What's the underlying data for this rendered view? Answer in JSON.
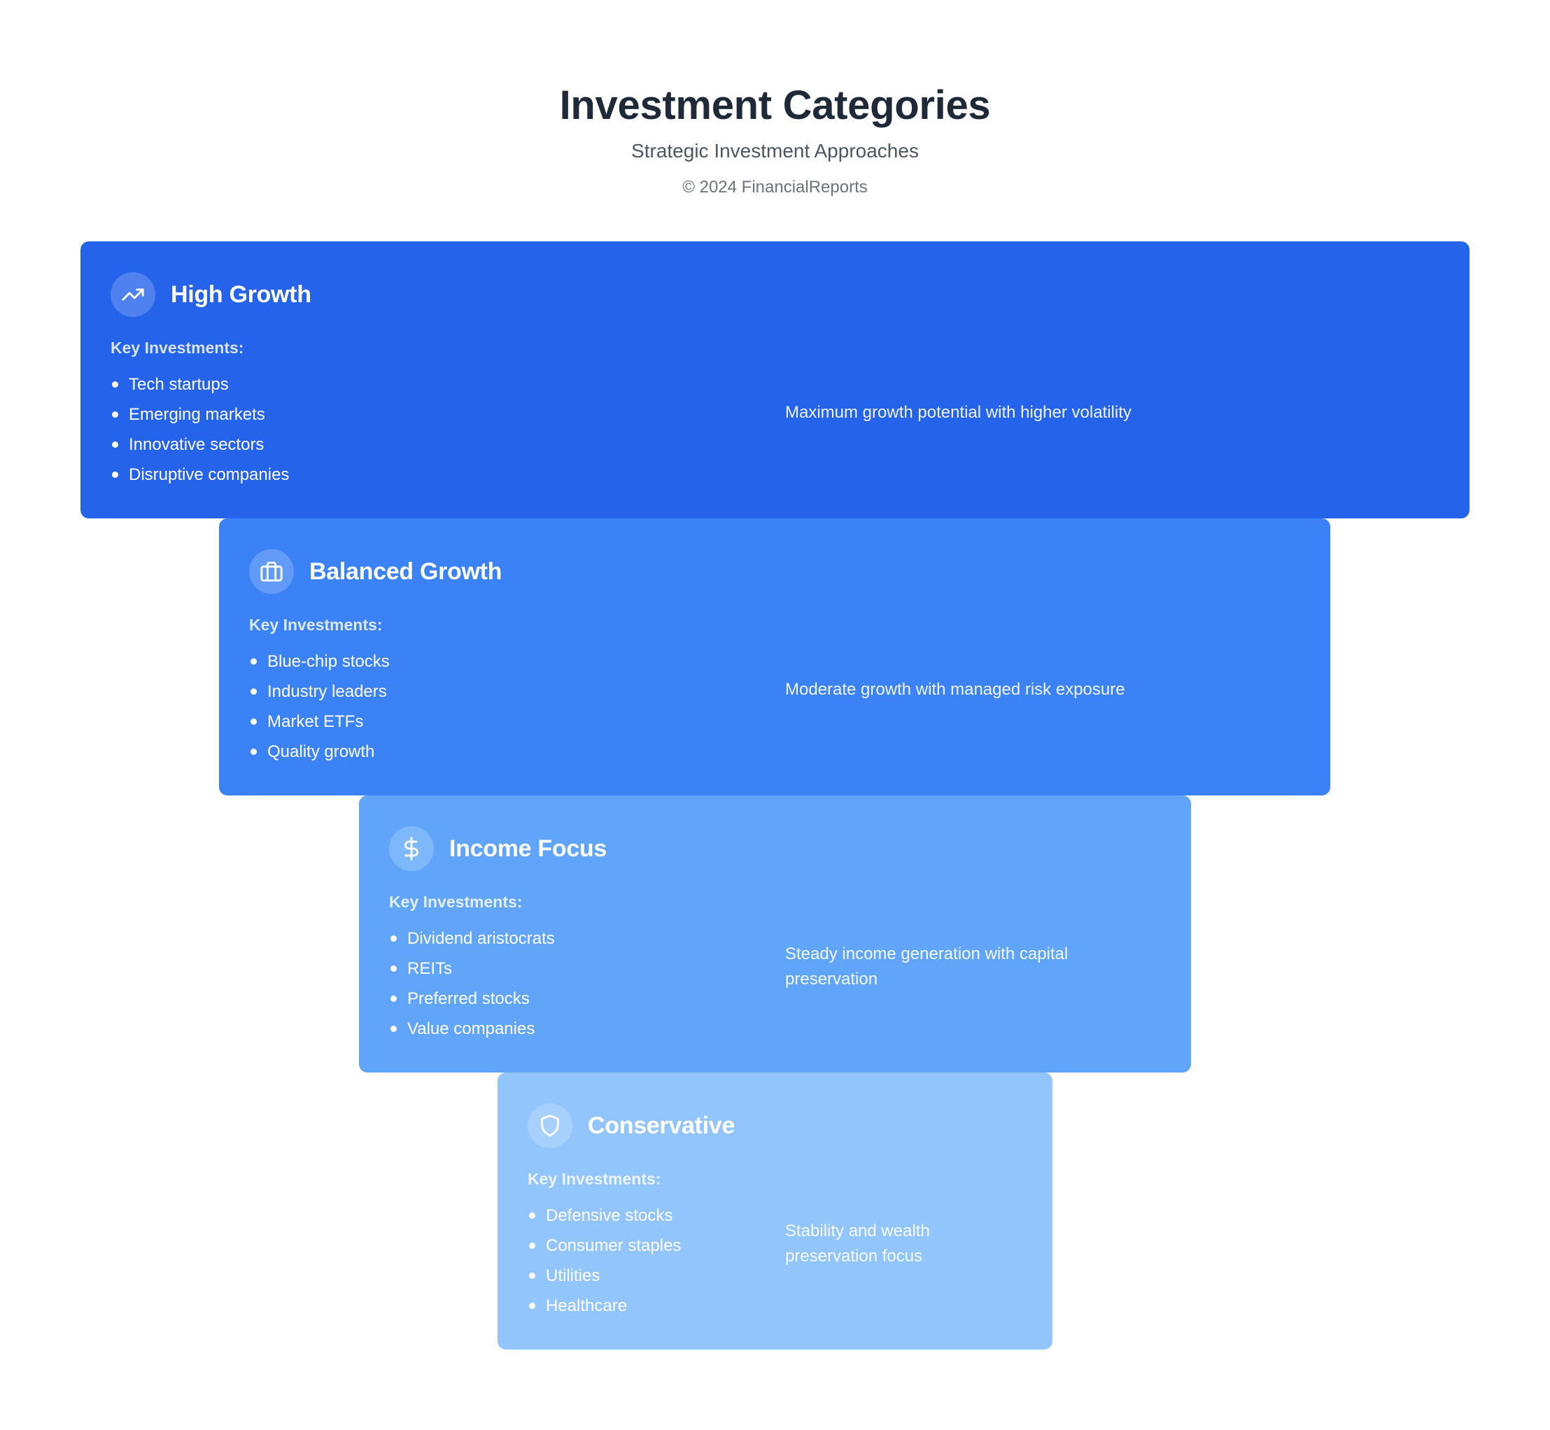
{
  "header": {
    "title": "Investment Categories",
    "subtitle": "Strategic Investment Approaches",
    "copyright": "© 2024 FinancialReports"
  },
  "key_investments_label": "Key Investments:",
  "colors": {
    "high_growth": "#2563eb",
    "balanced_growth": "#3b82f6",
    "income_focus": "#60a5fa",
    "conservative": "#93c5fd",
    "title_text": "#1f2937",
    "subtitle_text": "#4b5563",
    "copyright_text": "#6b7280"
  },
  "categories": [
    {
      "title": "High Growth",
      "icon": "trending-up-icon",
      "investments": [
        "Tech startups",
        "Emerging markets",
        "Innovative sectors",
        "Disruptive companies"
      ],
      "description": "Maximum growth potential with higher volatility"
    },
    {
      "title": "Balanced Growth",
      "icon": "briefcase-icon",
      "investments": [
        "Blue-chip stocks",
        "Industry leaders",
        "Market ETFs",
        "Quality growth"
      ],
      "description": "Moderate growth with managed risk exposure"
    },
    {
      "title": "Income Focus",
      "icon": "dollar-sign-icon",
      "investments": [
        "Dividend aristocrats",
        "REITs",
        "Preferred stocks",
        "Value companies"
      ],
      "description": "Steady income generation with capital preservation"
    },
    {
      "title": "Conservative",
      "icon": "shield-icon",
      "investments": [
        "Defensive stocks",
        "Consumer staples",
        "Utilities",
        "Healthcare"
      ],
      "description": "Stability and wealth preservation focus"
    }
  ]
}
